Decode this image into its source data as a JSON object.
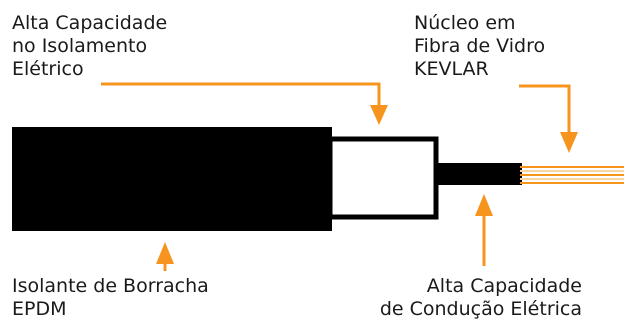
{
  "colors": {
    "accent": "#f7941d",
    "cable_black": "#000000",
    "insulation_fill": "#ffffff",
    "fiber_light": "#fbd3a5",
    "text": "#1a1a1a"
  },
  "labels": {
    "insulation_capacity": [
      "Alta Capacidade",
      "no Isolamento",
      "Elétrico"
    ],
    "fiber_core": [
      "Núcleo em",
      "Fibra de Vidro",
      "KEVLAR"
    ],
    "rubber_insulator": [
      "Isolante de Borracha",
      "EPDM"
    ],
    "conduction_capacity": [
      "Alta Capacidade",
      "de Condução Elétrica"
    ]
  }
}
